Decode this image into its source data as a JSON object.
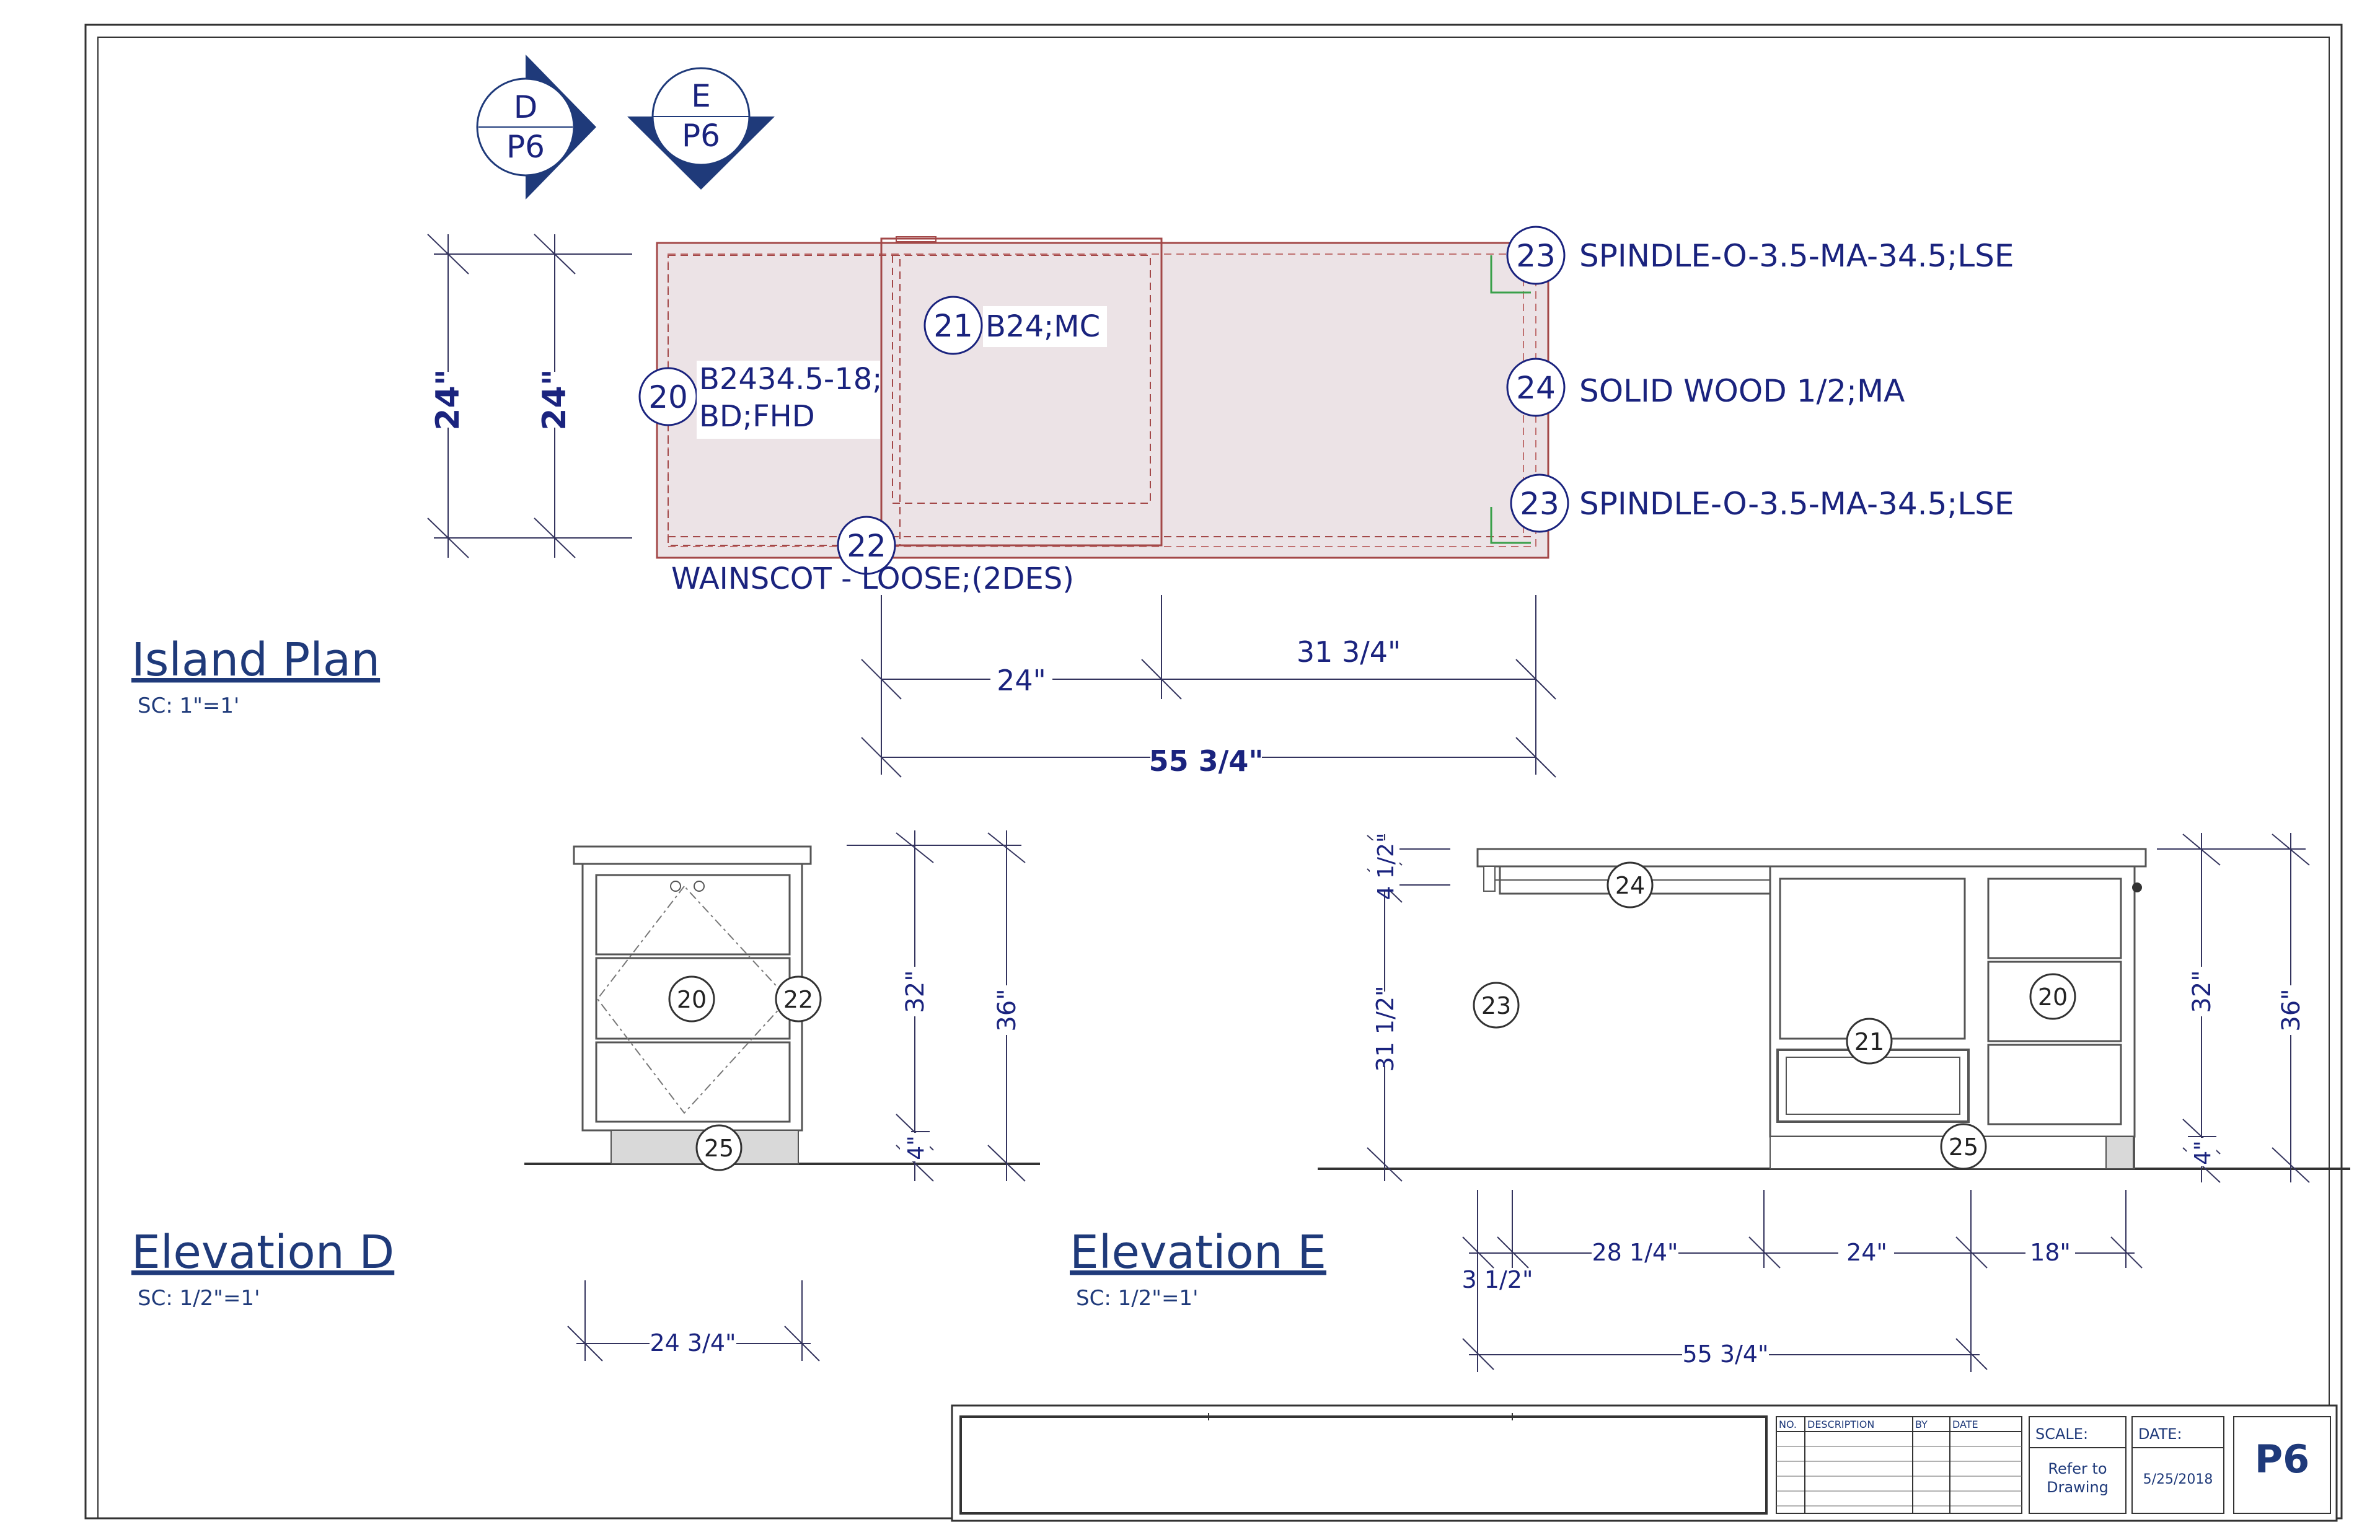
{
  "colors": {
    "ink": "#1a237e",
    "brand": "#1f3a7a",
    "line": "#555555",
    "plan_fill": "#ece3e6",
    "plan_border": "#a34848",
    "dim": "#34345e",
    "green": "#3aa04a",
    "base": "#d9d9d9"
  },
  "callouts": {
    "d": {
      "letter": "D",
      "sheet": "P6"
    },
    "e": {
      "letter": "E",
      "sheet": "P6"
    }
  },
  "plan": {
    "title": "Island Plan",
    "scale": "SC: 1\"=1'",
    "tags": {
      "t20": "20",
      "t21": "21",
      "t22": "22",
      "t23a": "23",
      "t24": "24",
      "t23b": "23"
    },
    "labels": {
      "b20_line1": "B2434.5-18;",
      "b20_line2": "BD;FHD",
      "b21": "B24;MC",
      "spindle_top": "SPINDLE-O-3.5-MA-34.5;LSE",
      "solid_wood": "SOLID WOOD 1/2;MA",
      "spindle_bottom": "SPINDLE-O-3.5-MA-34.5;LSE",
      "wainscot": "WAINSCOT - LOOSE;(2DES)"
    },
    "dims": {
      "left_outer": "24\"",
      "left_inner": "24\"",
      "bottom_a": "24\"",
      "bottom_b": "31 3/4\"",
      "bottom_total": "55 3/4\""
    }
  },
  "elev_d": {
    "title": "Elevation D",
    "scale": "SC: 1/2\"=1'",
    "tags": {
      "t20": "20",
      "t22": "22",
      "t25": "25"
    },
    "dims": {
      "height_32": "32\"",
      "height_36": "36\"",
      "toe_4": "4\"",
      "width": "24 3/4\""
    }
  },
  "elev_e": {
    "title": "Elevation E",
    "scale": "SC: 1/2\"=1'",
    "tags": {
      "t24": "24",
      "t23": "23",
      "t21": "21",
      "t20": "20",
      "t25": "25"
    },
    "dims": {
      "top_4_5": "4 1/2\"",
      "leg_31_5": "31 1/2\"",
      "height_32": "32\"",
      "height_36": "36\"",
      "toe_4": "4\"",
      "w_3_5": "3 1/2\"",
      "w_28": "28 1/4\"",
      "w_24": "24\"",
      "w_18": "18\"",
      "total": "55 3/4\""
    }
  },
  "title_block": {
    "rev_headers": {
      "no": "NO.",
      "description": "DESCRIPTION",
      "by": "BY",
      "date": "DATE"
    },
    "scale_label": "SCALE:",
    "scale_value_1": "Refer to",
    "scale_value_2": "Drawing",
    "date_label": "DATE:",
    "date_value": "5/25/2018",
    "sheet_number": "P6"
  }
}
